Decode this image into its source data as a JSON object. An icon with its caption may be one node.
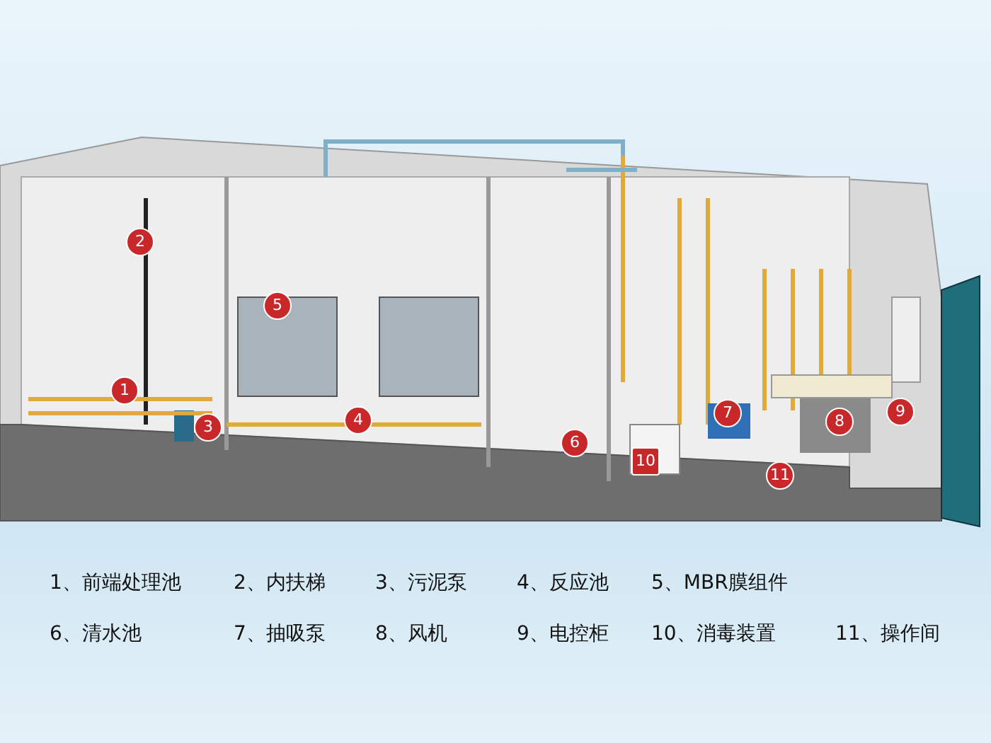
{
  "diagram": {
    "labels": [
      "2",
      "5",
      "1",
      "3",
      "4",
      "7",
      "8",
      "9",
      "6",
      "10",
      "11",
      "1、前端处理池",
      "2、内扶梯",
      "3、污泥泵",
      "4、反应池",
      "5、MBR膜组件",
      "6、清水池",
      "7、抽吸泵",
      "8、风机",
      "9、电控柜",
      "10、消毒装置",
      "11、操作间"
    ]
  }
}
